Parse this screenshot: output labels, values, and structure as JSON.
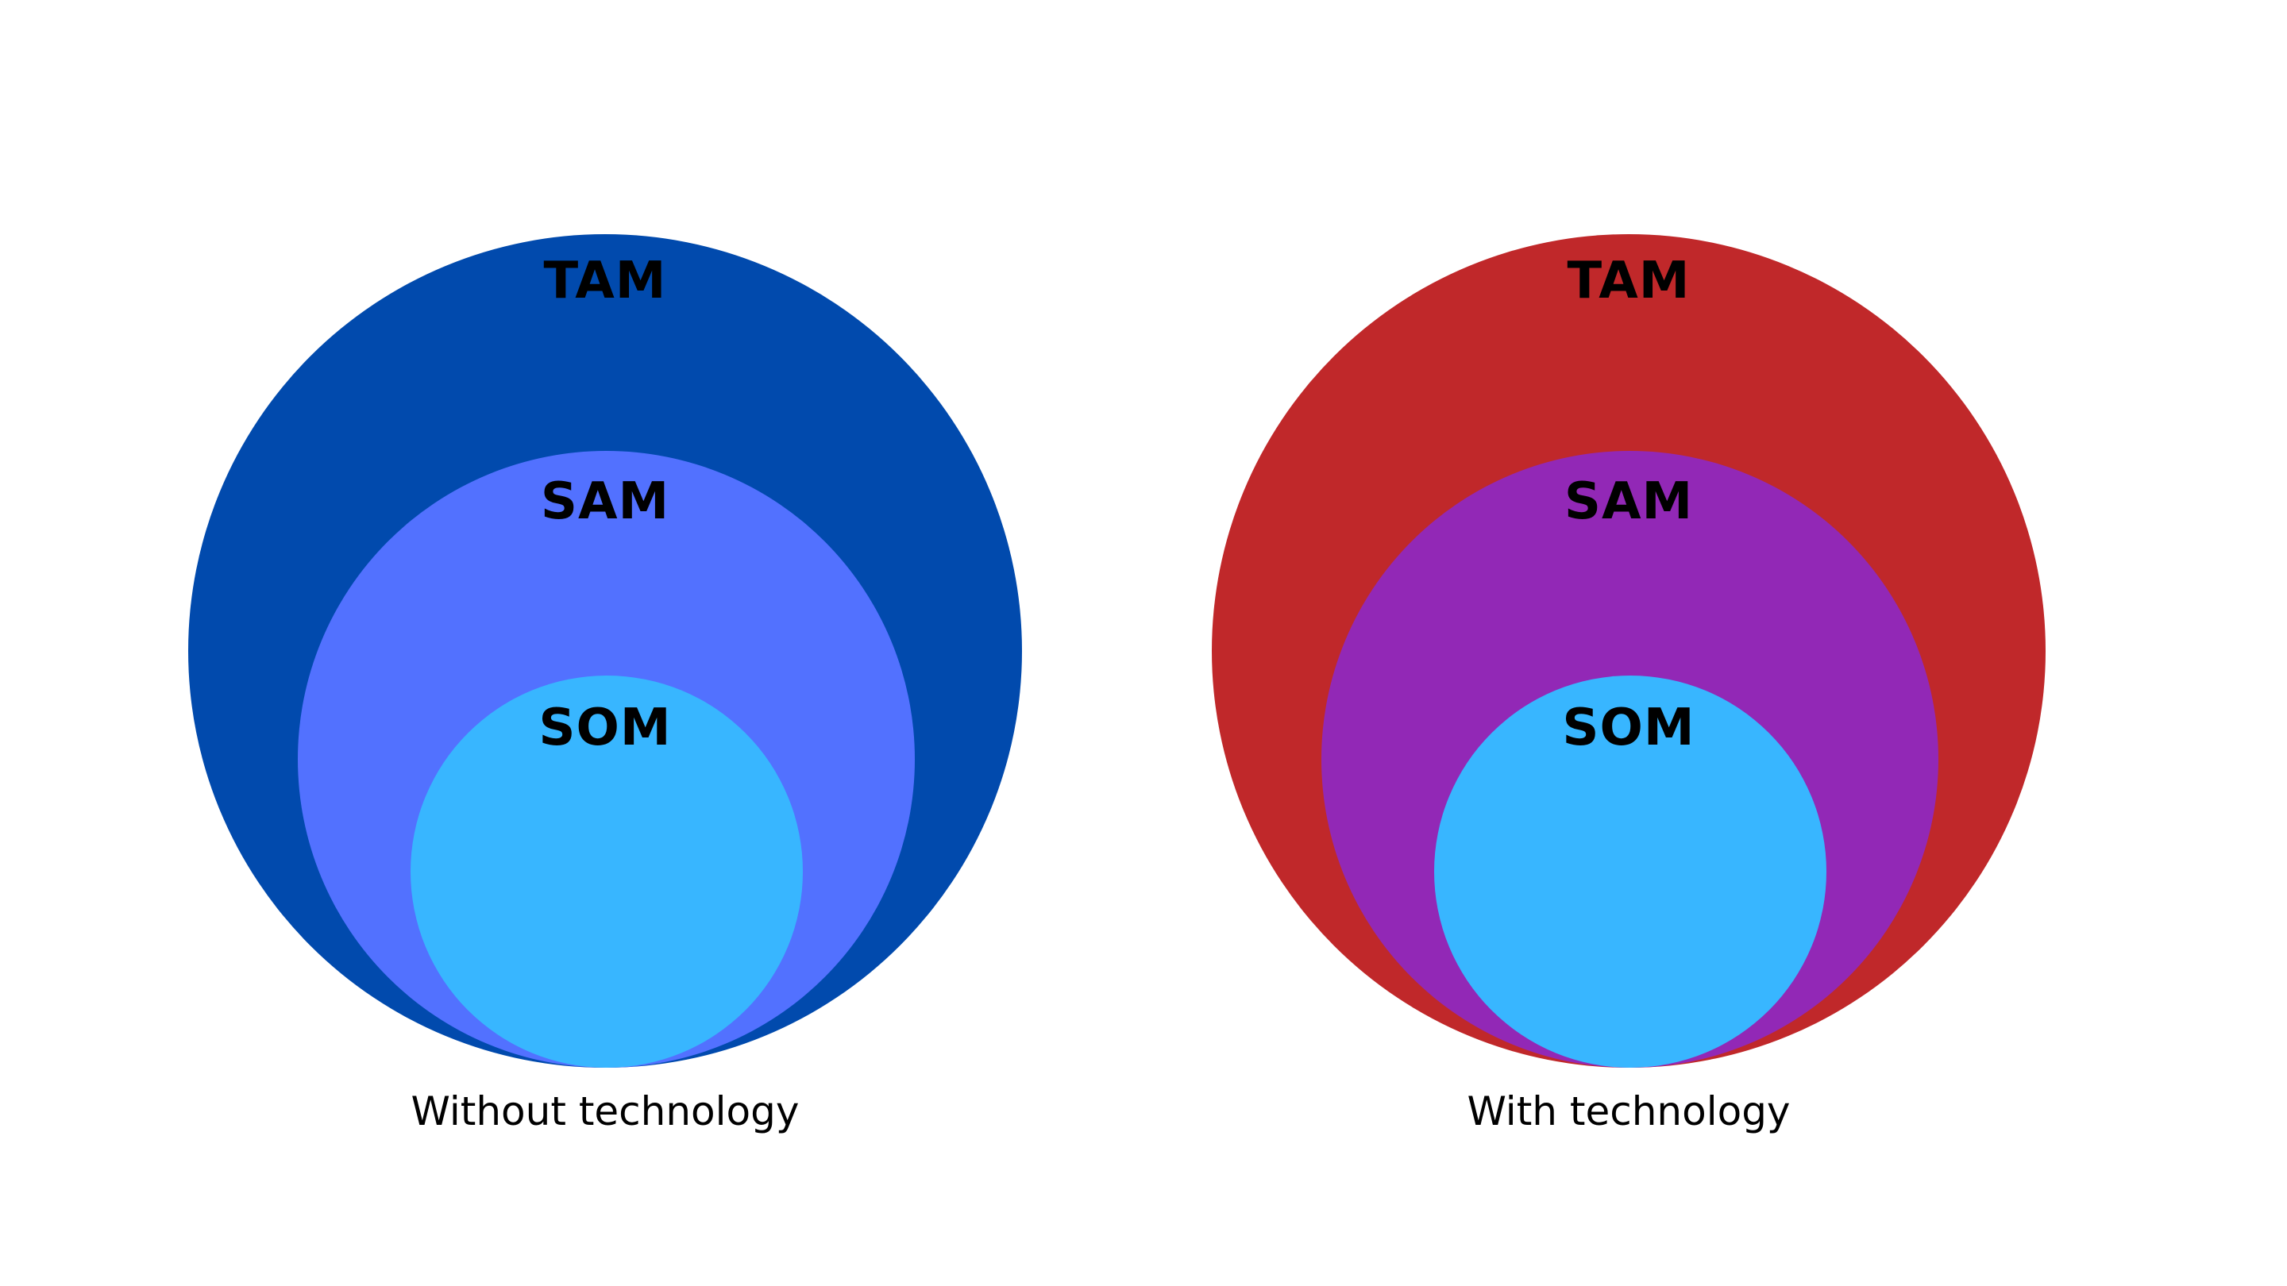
{
  "diagrams": [
    {
      "caption": "Without technology",
      "tam": {
        "label": "TAM",
        "color": "#014aad"
      },
      "sam": {
        "label": "SAM",
        "color": "#5271ff"
      },
      "som": {
        "label": "SOM",
        "color": "#38b6ff"
      }
    },
    {
      "caption": "With technology",
      "tam": {
        "label": "TAM",
        "color": "#c0282a"
      },
      "sam": {
        "label": "SAM",
        "color": "#9228b6"
      },
      "som": {
        "label": "SOM",
        "color": "#38b6ff"
      }
    }
  ]
}
